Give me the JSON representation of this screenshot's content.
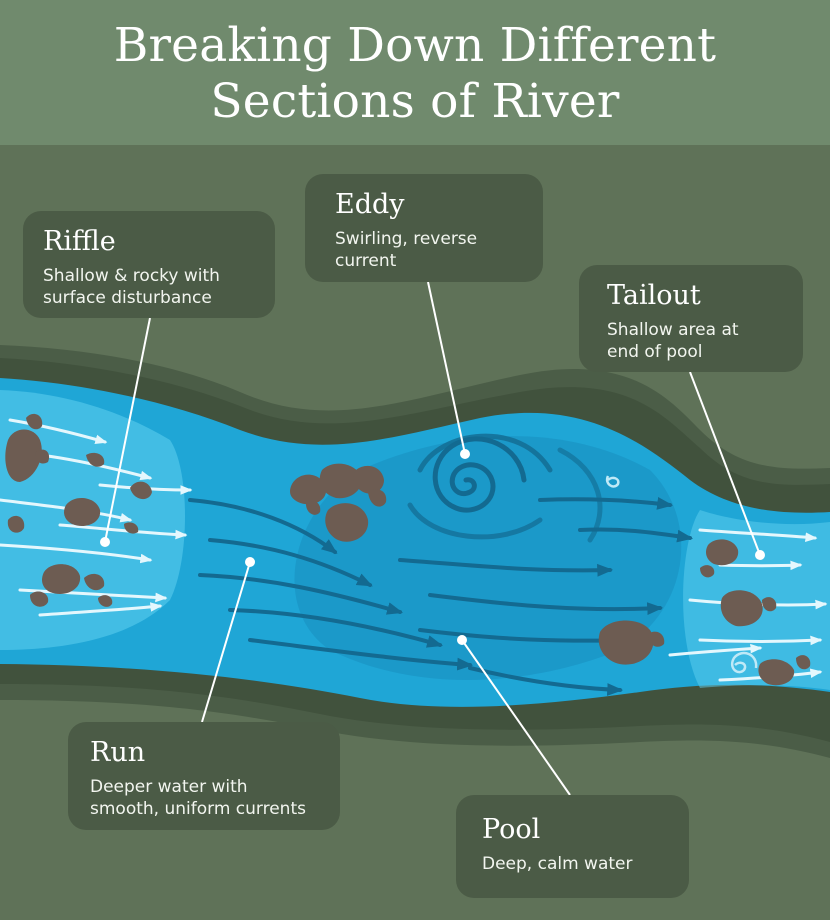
{
  "title": {
    "line1": "Breaking Down Different",
    "line2": "Sections of River"
  },
  "colors": {
    "header_bg": "#708a6d",
    "land": "#5f7258",
    "bank": "#4b5d47",
    "water": "#1fa6d6",
    "water_light": "#5fd0f0",
    "water_dark": "#167fab",
    "rock": "#6d5c52",
    "card_bg": "#4b5b46"
  },
  "labels": {
    "riffle": {
      "name": "Riffle",
      "desc": [
        "Shallow & rocky with",
        "surface disturbance"
      ]
    },
    "eddy": {
      "name": "Eddy",
      "desc": [
        "Swirling, reverse",
        "current"
      ]
    },
    "tailout": {
      "name": "Tailout",
      "desc": [
        "Shallow area at",
        "end of pool"
      ]
    },
    "run": {
      "name": "Run",
      "desc": [
        "Deeper water with",
        "smooth, uniform currents"
      ]
    },
    "pool": {
      "name": "Pool",
      "desc": [
        "Deep, calm water"
      ]
    }
  }
}
